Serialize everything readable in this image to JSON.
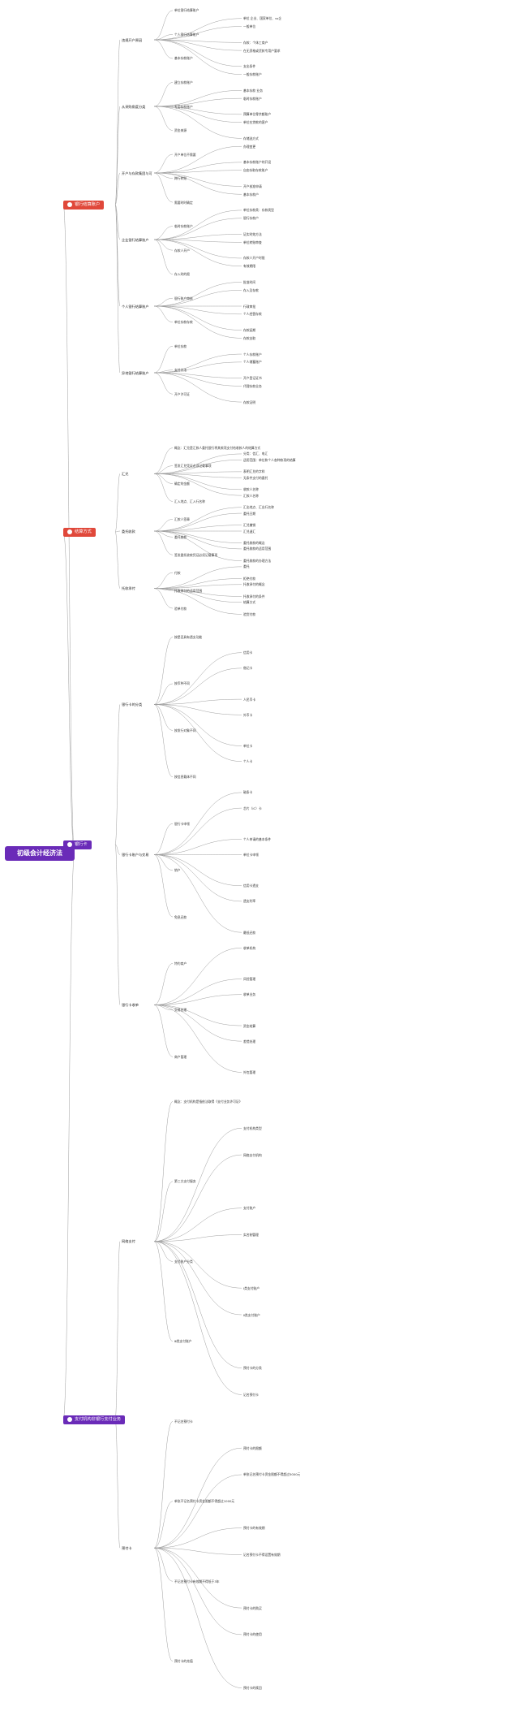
{
  "title": "初级会计经济法",
  "colors": {
    "root": "#6a2bb8",
    "sec1": "#e0483a",
    "sec2": "#e0483a",
    "sec3": "#6a2bb8",
    "sec4": "#6a2bb8"
  },
  "sections": [
    {
      "label": "银行结算账户",
      "children": [
        "违规开户原因",
        "从采购角度分类",
        "开户与存款集团与可",
        "企业银行结算账户",
        "个人银行结算账户",
        "异地银行结算账户"
      ],
      "leaves": [
        "单位银行结算账户",
        "单位 企业、国家单位、vs企",
        "一般单位",
        "个人银行结算账户",
        "存款：个体工商户",
        "在无资格或货款专用户要求",
        "基本存款账户",
        "支出条件",
        "一般存款账户",
        "建立存款账户",
        "基本存款 业务",
        "临时存款账户",
        "专用存款账户",
        "预算单位零余额账户",
        "单位在贷款的客户",
        "资金来源",
        "存储选方式",
        "办理变更",
        "开户单位不需要",
        "基本存款账户的开设",
        "自由存取存款账户",
        "跨行转账",
        "开户核准申请",
        "基本存款户",
        "需要时时确定",
        "单位存款类：存款类型",
        "银行存款户",
        "临时存款账户",
        "证实时效方法",
        "单位转账审查",
        "存款人开户",
        "存款人开户时限",
        "有效期限",
        "存入时的限",
        "批准时间",
        "存入及存款",
        "银行账户审核",
        "行政审批",
        "个人经营存款",
        "单位存款存款",
        "存款延期",
        "存款支取",
        "单位存款",
        "个人存款账户",
        "个人储蓄账户",
        "支付方法",
        "开户登记证书",
        "代理存款业务",
        "开户许可证",
        "存款证明"
      ]
    },
    {
      "label": "结算方式",
      "children": [
        "汇兑",
        "委托收款",
        "托收承付"
      ],
      "leaves": [
        "概念：汇兑是汇款人委托银行将其款项支付给收款人的结算方式",
        "分类：信汇、电汇",
        "适用范围：单位和个人各种款项的结算",
        "签发汇兑凭证必须记载事项",
        "表明汇兑的字样",
        "无条件支付的委托",
        "确定的金额",
        "收款人名称",
        "汇款人名称",
        "汇入地点、汇入行名称",
        "汇出地点、汇出行名称",
        "委托日期",
        "汇款人签章",
        "汇兑撤销",
        "汇兑退汇",
        "委托收款",
        "委托收款的概念",
        "委托收款的适用范围",
        "签发委托收款凭证必须记载事项",
        "委托收款的办理方法",
        "委托",
        "付款",
        "拒绝付款",
        "托收承付的概念",
        "托收承付的适用范围",
        "托收承付的条件",
        "结算方式",
        "验单付款",
        "验货付款"
      ]
    },
    {
      "label": "银行卡",
      "children": [
        "银行卡的分类",
        "银行卡账户与交易",
        "银行卡收单"
      ],
      "leaves": [
        "按是否具有透支功能",
        "信用卡",
        "借记卡",
        "按币种不同",
        "人民币卡",
        "外币卡",
        "按发行对象不同",
        "单位卡",
        "个人卡",
        "按信息载体不同",
        "磁条卡",
        "芯片（IC）卡",
        "银行卡申领",
        "个人申请的基本条件",
        "单位卡申领",
        "销户",
        "信用卡透支",
        "透支利率",
        "免息还款",
        "最低还款",
        "收单机构",
        "特约商户",
        "风险管理",
        "收单业务",
        "交易处理",
        "资金结算",
        "差错处理",
        "商户管理",
        "外包管理"
      ]
    },
    {
      "label": "支付机构非银行支付业务",
      "children": [
        "网络支付",
        "预付卡"
      ],
      "leaves": [
        "概念：支付机构是指依法取得《支付业务许可证》",
        "支付机构类型",
        "网络支付机构",
        "第三方支付服务",
        "支付账户",
        "实名制管理",
        "支付账户分类",
        "Ⅰ类支付账户",
        "Ⅱ类支付账户",
        "Ⅲ类支付账户",
        "预付卡的分类",
        "记名预付卡",
        "不记名预付卡",
        "预付卡的限额",
        "单张记名预付卡资金限额不得超过5000元",
        "单张不记名预付卡资金限额不得超过1000元",
        "预付卡的有效期",
        "记名预付卡不得设置有效期",
        "不记名预付卡有效期不得低于3年",
        "预付卡的购买",
        "预付卡的使用",
        "预付卡的充值",
        "预付卡的赎回"
      ]
    }
  ]
}
